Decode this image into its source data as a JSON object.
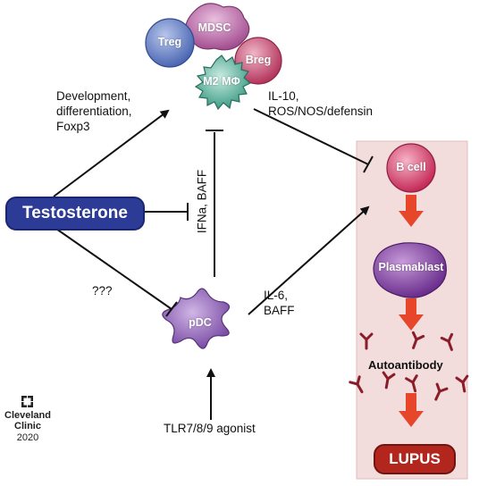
{
  "cells": {
    "treg": "Treg",
    "mdsc": "MDSC",
    "breg": "Breg",
    "m2": "M2 MΦ",
    "pdc": "pDC",
    "bcell": "B cell",
    "plasmablast": "Plasmablast"
  },
  "nodes": {
    "testosterone": "Testosterone",
    "lupus": "LUPUS",
    "autoantibody": "Autoantibody"
  },
  "labels": {
    "development": "Development,",
    "differentiation": "differentiation,",
    "foxp3": "Foxp3",
    "il10": "IL-10,",
    "ros": "ROS/NOS/defensin",
    "ifna": "IFNa, BAFF",
    "unknown": "???",
    "il6": "IL-6,",
    "baff": "BAFF",
    "tlr": "TLR7/8/9 agonist"
  },
  "logo": {
    "line1": "Cleveland",
    "line2": "Clinic",
    "year": "2020"
  },
  "colors": {
    "testosterone_fill": "#2b3b96",
    "lupus_fill": "#b3261e",
    "panel_fill": "#f3dcdc",
    "arrow_red": "#e8462a",
    "antibody": "#8b1c2a"
  }
}
